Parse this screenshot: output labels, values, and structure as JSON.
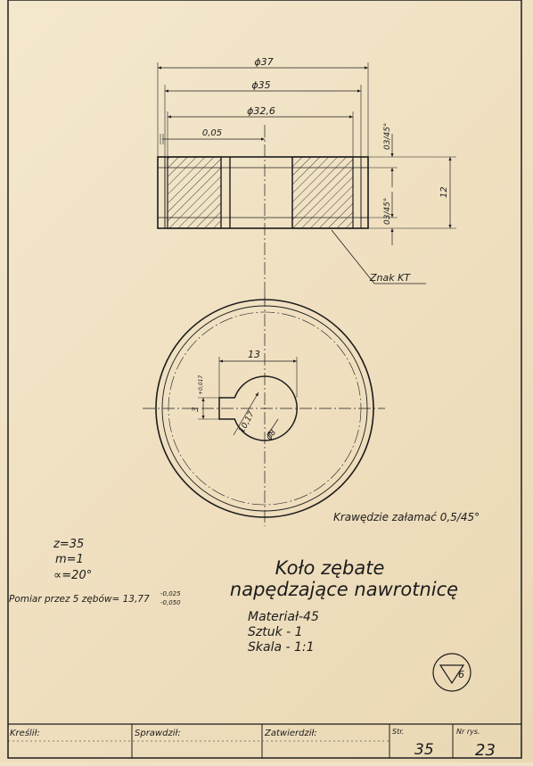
{
  "dimensions": {
    "d37": "ϕ37",
    "d35": "ϕ35",
    "d32": "ϕ32,6",
    "runout": "0,05",
    "chamfer_top": "03/45°",
    "chamfer_bottom": "03/45°",
    "height": "12",
    "key_width": "13",
    "key_depth": "3",
    "key_depth_tol": "+0,017",
    "bore_dim": "10,17",
    "bore_dia": "ϕ8"
  },
  "labels": {
    "surface_mark": "Znak KT",
    "edges_note": "Krawędzie załamać 0,5/45°"
  },
  "gear_params": {
    "z": "z=35",
    "m": "m=1",
    "alpha": "∝=20°",
    "measurement": "Pomiar przez 5 zębów= 13,77",
    "measurement_tol_upper": "-0,025",
    "measurement_tol_lower": "-0,050"
  },
  "part": {
    "title_line1": "Koło zębate",
    "title_line2": "napędzające nawrotnicę",
    "material": "Materiał-45",
    "quantity": "Sztuk - 1",
    "scale": "Skala - 1:1"
  },
  "finish_symbol": {
    "value": "6"
  },
  "title_block": {
    "drawn": "Kreślił:",
    "checked": "Sprawdził:",
    "approved": "Zatwierdził:",
    "page_label": "Str.",
    "page_number": "35",
    "drawing_label": "Nr rys.",
    "drawing_number": "23"
  }
}
